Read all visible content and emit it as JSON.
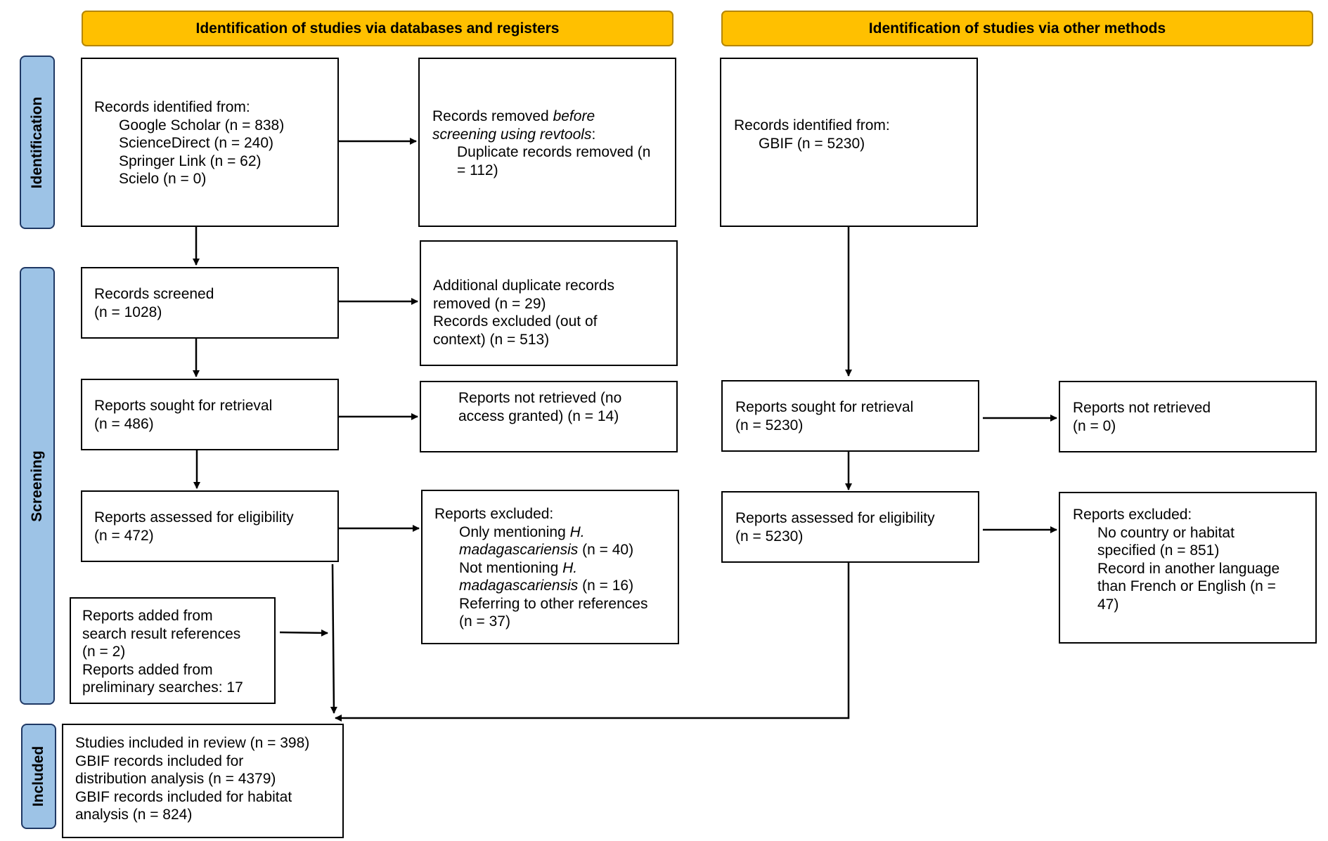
{
  "headers": {
    "databases": "Identification of studies via databases and registers",
    "other": "Identification of studies via other methods"
  },
  "phases": {
    "identification": "Identification",
    "screening": "Screening",
    "included": "Included"
  },
  "db": {
    "identified": {
      "title": "Records identified from:",
      "items": [
        "Google Scholar (n = 838)",
        "ScienceDirect (n = 240)",
        "Springer Link (n = 62)",
        "Scielo (n = 0)"
      ]
    },
    "removed": {
      "line1_a": "Records removed ",
      "line1_b": "before",
      "line2_a": "screening using revtools",
      "line2_b": ":",
      "item_line1": "Duplicate records removed (n",
      "item_line2": "= 112)"
    },
    "screened": {
      "title": "Records screened",
      "count": "(n = 1028)"
    },
    "screened_excluded": {
      "l1": "Additional duplicate records",
      "l2": "removed (n = 29)",
      "l3": "Records excluded (out of",
      "l4": "context) (n = 513)"
    },
    "sought": {
      "title": "Reports sought for retrieval",
      "count": "(n = 486)"
    },
    "not_retrieved": {
      "l1": "Reports not retrieved (no",
      "l2": "access granted) (n = 14)"
    },
    "assessed": {
      "title": "Reports assessed for eligibility",
      "count": "(n = 472)"
    },
    "excluded": {
      "title": "Reports excluded:",
      "i1_a": "Only mentioning ",
      "i1_b": "H.",
      "i1_c": "madagascariensis",
      "i1_d": " (n = 40)",
      "i2_a": "Not mentioning ",
      "i2_b": "H.",
      "i2_c": "madagascariensis",
      "i2_d": " (n = 16)",
      "i3_l1": "Referring to other references",
      "i3_l2": "(n = 37)"
    },
    "added": {
      "l1": "Reports added from",
      "l2": "search result references",
      "l3": "(n = 2)",
      "l4": "Reports added from",
      "l5": "preliminary searches: 17"
    },
    "included": {
      "l1": "Studies included in review (n = 398)",
      "l2": "GBIF records included for",
      "l3": "distribution analysis (n = 4379)",
      "l4": "GBIF records included for habitat",
      "l5": "analysis (n = 824)"
    }
  },
  "other": {
    "identified": {
      "title": "Records identified from:",
      "item": "GBIF (n = 5230)"
    },
    "sought": {
      "title": "Reports sought for retrieval",
      "count": "(n = 5230)"
    },
    "not_retrieved": {
      "title": "Reports not retrieved",
      "count": "(n = 0)"
    },
    "assessed": {
      "title": "Reports assessed for eligibility",
      "count": "(n = 5230)"
    },
    "excluded": {
      "title": "Reports excluded:",
      "i1_l1": "No country or habitat",
      "i1_l2": "specified (n = 851)",
      "i2_l1": "Record in another language",
      "i2_l2": "than French or English (n =",
      "i2_l3": "47)"
    }
  },
  "colors": {
    "header_fill": "#ffc000",
    "phase_fill": "#9dc3e6",
    "phase_border": "#1f3864"
  }
}
